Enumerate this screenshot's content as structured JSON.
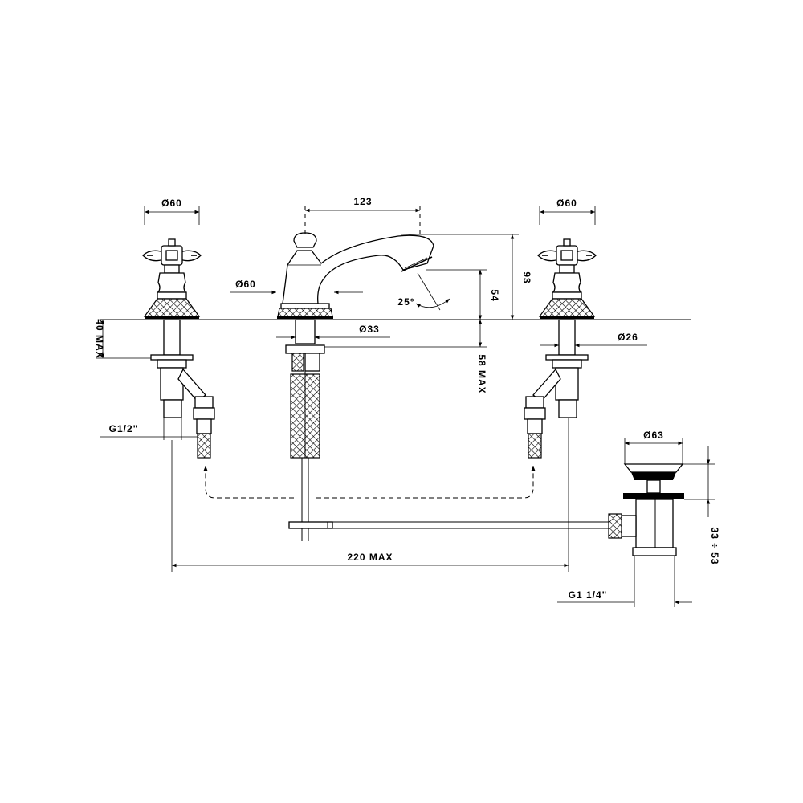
{
  "dimensions": {
    "left_handle_diameter": "Ø60",
    "right_handle_diameter": "Ø60",
    "spout_center_distance": "123",
    "spout_height": "93",
    "spout_base_diameter": "Ø60",
    "spout_angle": "25°",
    "spout_outlet_height": "54",
    "shank_diameter_center": "Ø33",
    "shank_diameter_right": "Ø26",
    "deck_thickness_left": "40 MAX",
    "deck_thickness_center": "58 MAX",
    "inlet_thread": "G1/2\"",
    "waste_diameter": "Ø63",
    "waste_height": "33 ÷ 53",
    "overall_width": "220 MAX",
    "waste_thread": "G1 1/4\""
  },
  "colors": {
    "line": "#000000",
    "background": "#ffffff"
  }
}
